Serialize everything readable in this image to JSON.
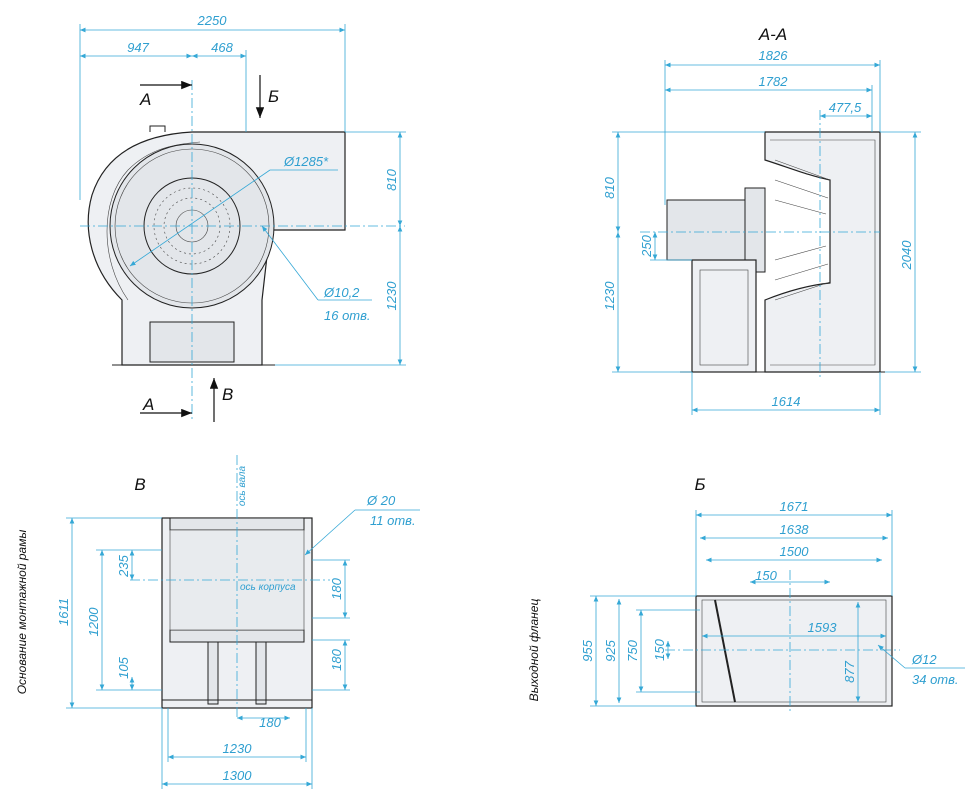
{
  "views": {
    "front": {
      "dims": {
        "overall_width": "2250",
        "left_part": "947",
        "right_part": "468",
        "upper_height": "810",
        "lower_height": "1230",
        "impeller_dia": "Ø1285*",
        "holes_dia": "Ø10,2",
        "holes_count": "16 отв."
      },
      "section_marks": {
        "a": "А",
        "b": "Б",
        "v": "В"
      }
    },
    "section_aa": {
      "title": "А-А",
      "dims": {
        "width_1826": "1826",
        "width_1782": "1782",
        "offset": "477,5",
        "upper": "810",
        "shaft_height": "250",
        "lower": "1230",
        "total_height": "2040",
        "base_width": "1614"
      }
    },
    "view_v": {
      "title": "В",
      "side_label": "Основание монтажной рамы",
      "axis_shaft": "ось вала",
      "axis_body": "ось корпуса",
      "dims": {
        "hole_dia": "Ø 20",
        "hole_count": "11 отв.",
        "height_1611": "1611",
        "height_1200": "1200",
        "d_235": "235",
        "d_105": "105",
        "d_180_top": "180",
        "d_180_right": "180",
        "d_180_bottom": "180",
        "width_1230": "1230",
        "width_1300": "1300"
      }
    },
    "view_b": {
      "title": "Б",
      "side_label": "Выходной фланец",
      "dims": {
        "w_1671": "1671",
        "w_1638": "1638",
        "w_1500": "1500",
        "w_150": "150",
        "w_1593": "1593",
        "h_955": "955",
        "h_925": "925",
        "h_750": "750",
        "h_150": "150",
        "h_877": "877",
        "hole_dia": "Ø12",
        "hole_count": "34 отв."
      }
    }
  },
  "colors": {
    "dimension": "#35a8d6",
    "outline": "#222222",
    "fill": "#eef0f3"
  }
}
